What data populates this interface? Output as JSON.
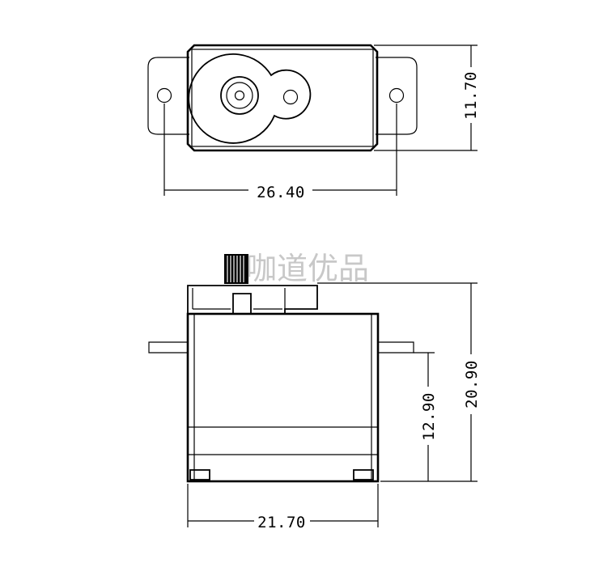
{
  "top_view": {
    "width_dimension": "26.40",
    "height_dimension": "11.70"
  },
  "side_view": {
    "width_dimension": "21.70",
    "total_height_dimension": "20.90",
    "body_height_dimension": "12.90"
  },
  "watermark": "咖道优品"
}
